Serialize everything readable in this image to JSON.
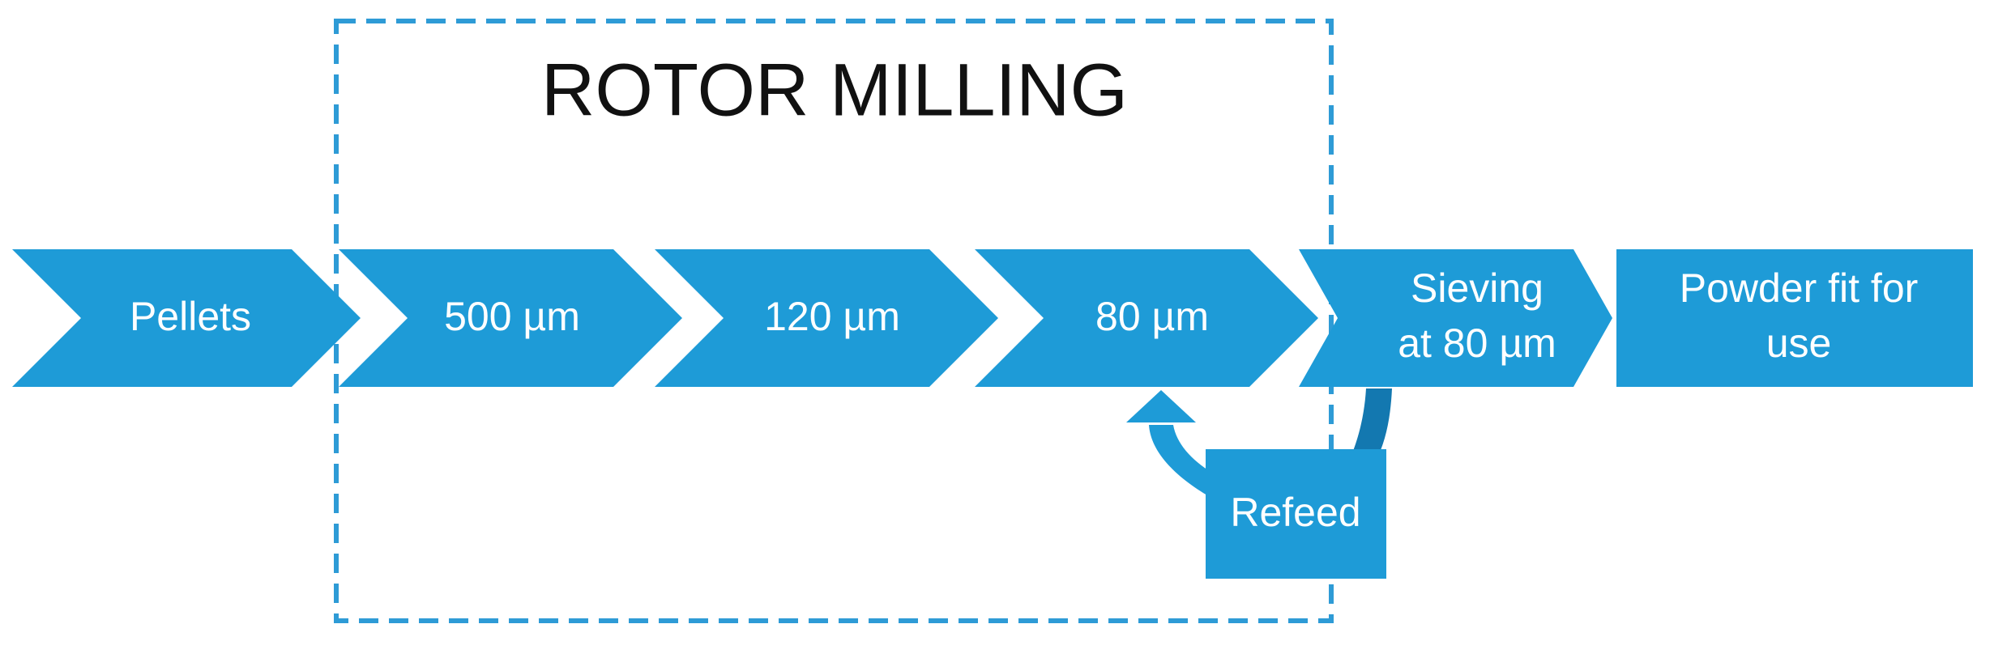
{
  "title": "ROTOR MILLING",
  "steps": [
    {
      "label": [
        "Pellets"
      ]
    },
    {
      "label": [
        "500 µm"
      ]
    },
    {
      "label": [
        "120 µm"
      ]
    },
    {
      "label": [
        "80 µm"
      ]
    },
    {
      "label": [
        "Sieving",
        "at 80 µm"
      ]
    },
    {
      "label": [
        "Powder fit for",
        "use"
      ]
    }
  ],
  "refeed": {
    "label": "Refeed"
  },
  "colors": {
    "primary": "#1E9BD7",
    "arrow_dark": "#1378B0",
    "dashed_border": "#2E9BD6",
    "title_text": "#111111",
    "label_text": "#FFFFFF"
  }
}
